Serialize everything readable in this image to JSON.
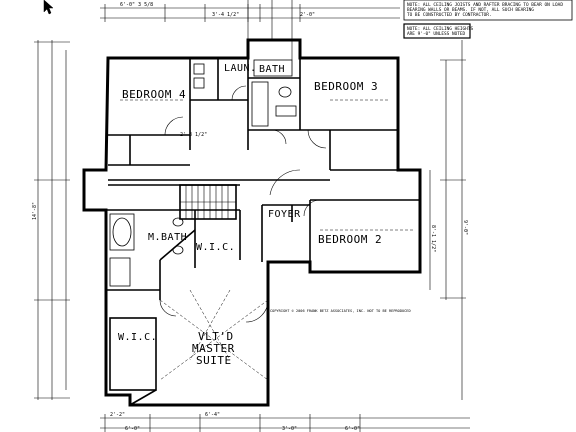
{
  "rooms": {
    "bedroom4": "BEDROOM 4",
    "bedroom3": "BEDROOM 3",
    "bedroom2": "BEDROOM 2",
    "laun": "LAUN.",
    "bath": "BATH",
    "foyer": "FOYER",
    "mbath": "M.BATH",
    "wic1": "W.I.C.",
    "wic2": "W.I.C.",
    "master1": "VLT'D",
    "master2": "MASTER",
    "master3": "SUITE"
  },
  "notes": {
    "top_note": "NOTE: ALL CEILING JOISTS AND RAFTER BRACING TO BEAR ON LOAD BEARING WALLS OR BEAMS. IF NOT, ALL SUCH BEARING TO BE CONSTRUCTED BY CONTRACTOR.",
    "box_note": "NOTE: ALL CEILING HEIGHTS ARE 9'-0\" UNLESS NOTED OTHERWISE",
    "copyright": "COPYRIGHT © 2006 FRANK BETZ ASSOCIATES, INC. NOT TO BE REPRODUCED"
  },
  "dimensions": {
    "top_a": "6'-0\" 3 5/8",
    "top_b": "3'-4 1/2\"",
    "top_c": "2'-0\"",
    "bot_a": "2'-2\"",
    "bot_b": "6'-0\"",
    "bot_c": "6'-4\"",
    "bot_d": "3'-0\"",
    "bot_e": "6'-0\"",
    "left_a": "14'-8\"",
    "right_a": "9'-0\"",
    "r2": "8'-1 1/2\"",
    "hall": "2'-3 1/2\""
  }
}
